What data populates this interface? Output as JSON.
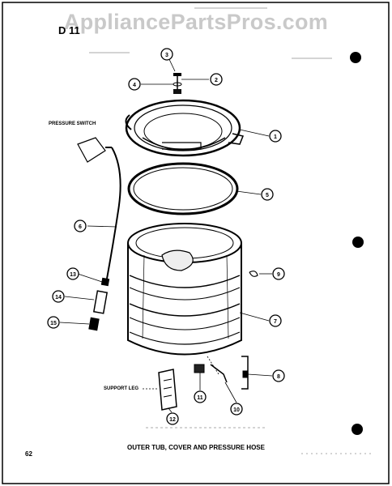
{
  "watermark": "AppliancePartsPros.com",
  "page_code": "D 11",
  "labels": {
    "pressure_switch": "PRESSURE SWITCH",
    "support_leg": "SUPPORT LEG"
  },
  "caption": "OUTER TUB, COVER AND PRESSURE HOSE",
  "page_number": "62",
  "callouts": [
    "1",
    "2",
    "3",
    "4",
    "5",
    "6",
    "7",
    "8",
    "9",
    "10",
    "11",
    "12",
    "13",
    "14",
    "15"
  ]
}
